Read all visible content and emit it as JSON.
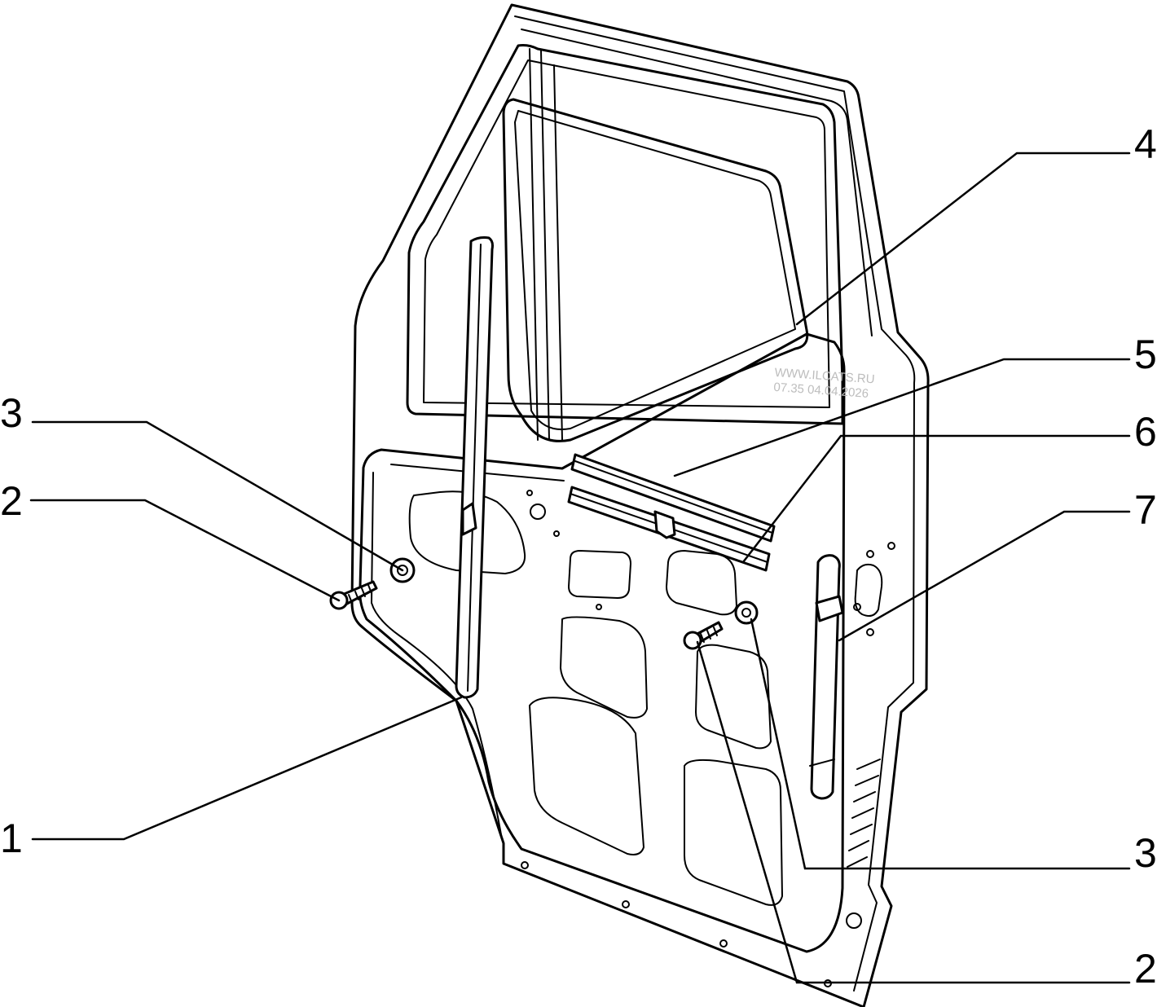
{
  "callouts": {
    "c1": "1",
    "c2_left": "2",
    "c3_left": "3",
    "c4": "4",
    "c5": "5",
    "c6": "6",
    "c7": "7",
    "c3_right": "3",
    "c2_right": "2"
  },
  "watermark": {
    "line1": "WWW.ILCATS.RU",
    "line2": "07.35 04.04.2026"
  }
}
